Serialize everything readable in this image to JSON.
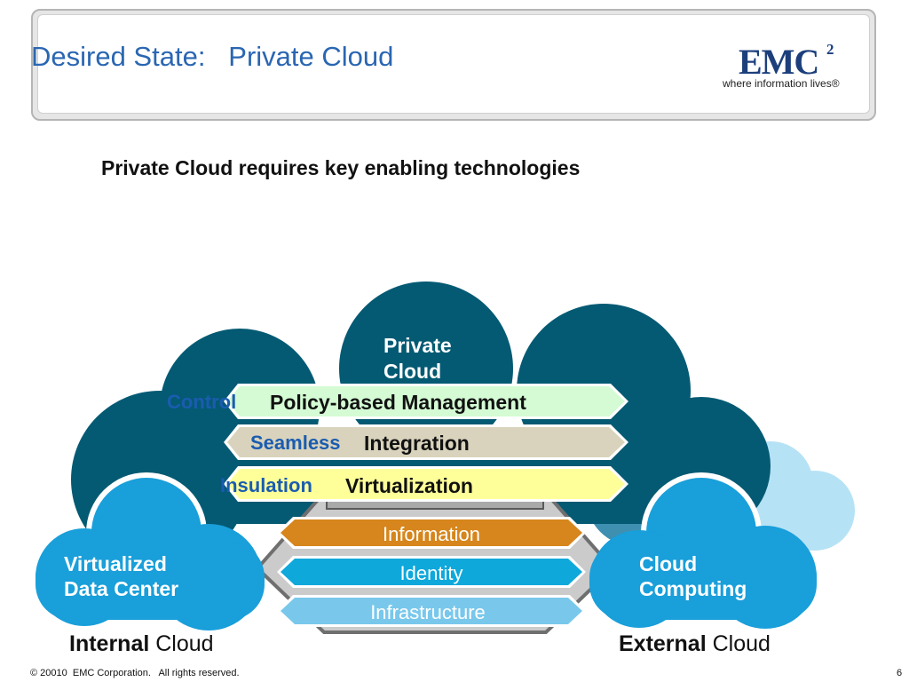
{
  "header": {
    "title": "Desired State:   Private Cloud",
    "logo_text": "EMC",
    "logo_superscript": "2",
    "logo_tagline": "where information lives®"
  },
  "subtitle": "Private Cloud requires key enabling technologies",
  "diagram": {
    "private_cloud_line1": "Private",
    "private_cloud_line2": "Cloud",
    "left_cloud_line1": "Virtualized",
    "left_cloud_line2": "Data Center",
    "right_cloud_line1": "Cloud",
    "right_cloud_line2": "Computing",
    "upper_arrows": [
      {
        "prefix": "Control",
        "label": "Policy-based Management",
        "fill": "#d4fbd4"
      },
      {
        "prefix": "Seamless",
        "label": "Integration",
        "fill": "#d9d3bd"
      },
      {
        "prefix": "Insulation",
        "label": "Virtualization",
        "fill": "#ffff99"
      }
    ],
    "lower_arrows": [
      {
        "label": "Information",
        "fill": "#d6861c"
      },
      {
        "label": "Identity",
        "fill": "#0ea8db"
      },
      {
        "label": "Infrastructure",
        "fill": "#79c8ec"
      }
    ],
    "colors": {
      "dark_teal": "#045a73",
      "bright_blue": "#199fda",
      "light_blue": "#b6e2f5",
      "mid_blue": "#3f8fb0",
      "prefix_blue": "#1a5cb0"
    }
  },
  "bottom_labels": {
    "internal_bold": "Internal",
    "internal_rest": " Cloud",
    "external_bold": "External",
    "external_rest": " Cloud"
  },
  "footer": {
    "copyright": "© 20010  EMC Corporation.   All rights reserved.",
    "page_number": "6"
  }
}
